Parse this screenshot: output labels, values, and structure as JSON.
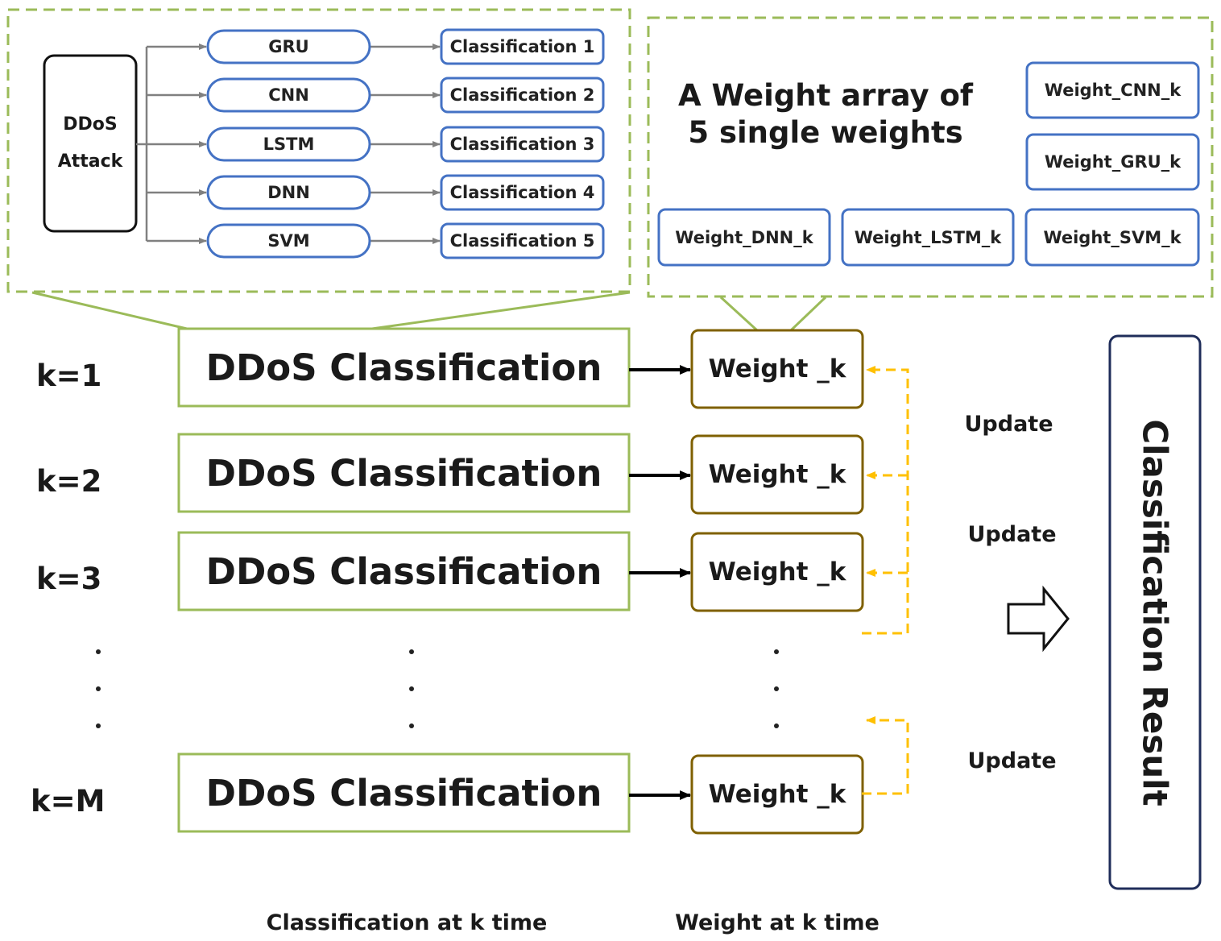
{
  "attack": {
    "line1": "DDoS",
    "line2": "Attack"
  },
  "models": [
    "GRU",
    "CNN",
    "LSTM",
    "DNN",
    "SVM"
  ],
  "classifications": [
    "Classification 1",
    "Classification 2",
    "Classification 3",
    "Classification 4",
    "Classification 5"
  ],
  "weight_array": {
    "title_line1": "A Weight array of",
    "title_line2": "5 single weights",
    "weights": [
      "Weight_CNN_k",
      "Weight_GRU_k",
      "Weight_DNN_k",
      "Weight_LSTM_k",
      "Weight_SVM_k"
    ]
  },
  "steps": [
    {
      "k": "k=1",
      "block": "DDoS Classification",
      "weight": "Weight _k"
    },
    {
      "k": "k=2",
      "block": "DDoS Classification",
      "weight": "Weight _k"
    },
    {
      "k": "k=3",
      "block": "DDoS Classification",
      "weight": "Weight _k"
    },
    {
      "k": "k=M",
      "block": "DDoS Classification",
      "weight": "Weight _k"
    }
  ],
  "updates": [
    "Update",
    "Update",
    "Update"
  ],
  "result": "Classification Result",
  "footer": {
    "left": "Classification at k time",
    "right": "Weight at k time"
  },
  "colors": {
    "green": "#9bbb59",
    "blue": "#4472c4",
    "brown": "#7f6000",
    "yellow": "#ffc000",
    "navy": "#1f2d5a",
    "gray": "#808080"
  }
}
